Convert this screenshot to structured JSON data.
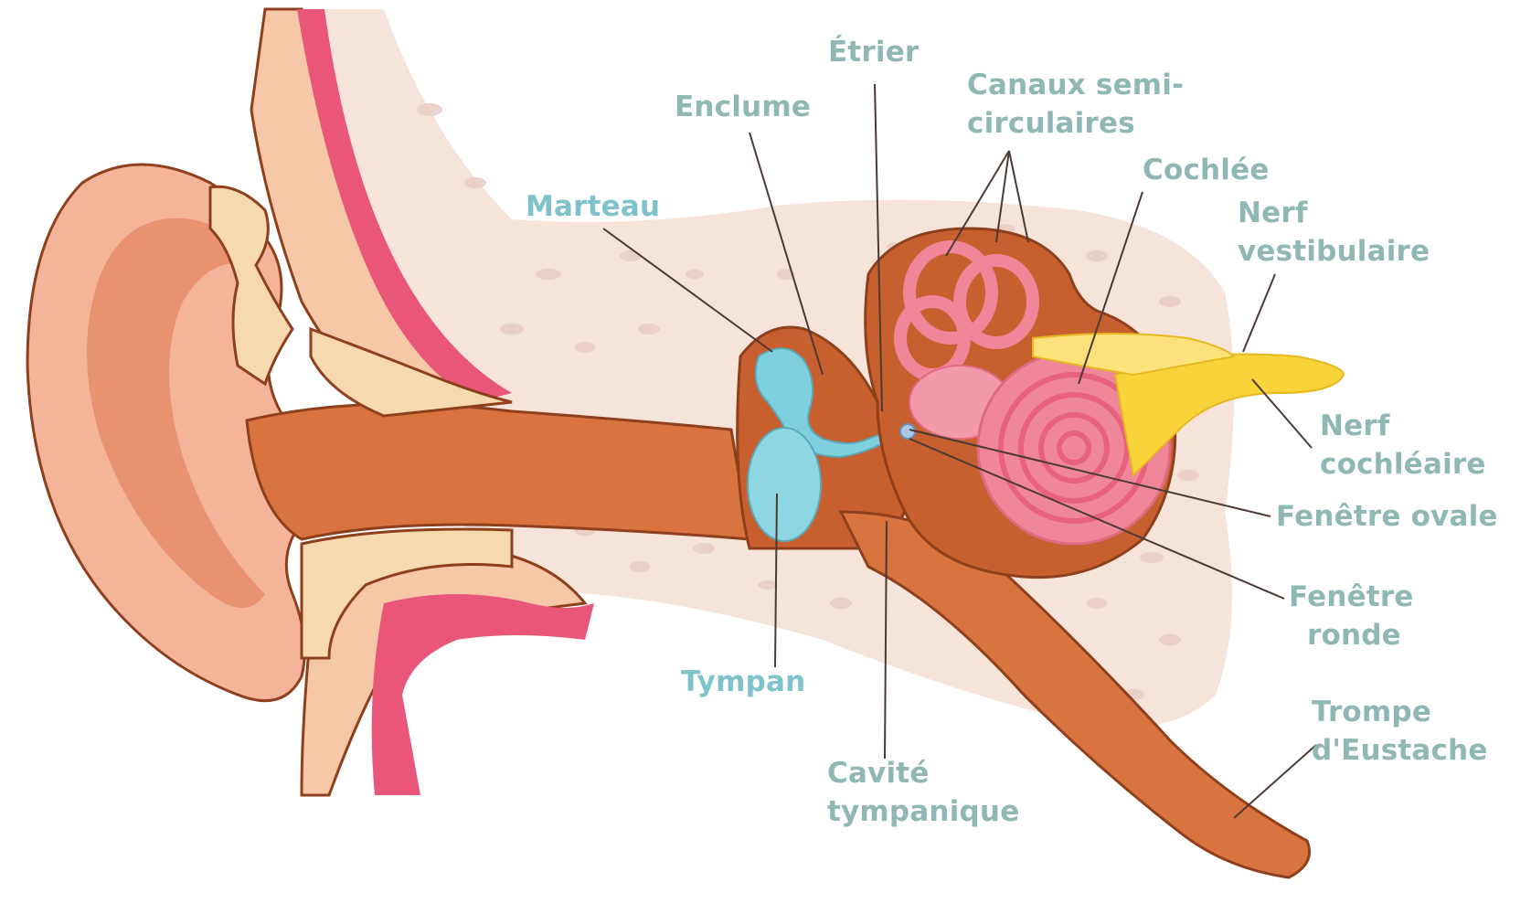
{
  "colors": {
    "label_teal": "#8fb8b4",
    "label_blue": "#7ec2cc",
    "skin": "#f3b49a",
    "skin_dark": "#e9926f",
    "bone": "#f6e4da",
    "bone_spots": "#e8cdc4",
    "canal": "#d9733f",
    "cartilage": "#f7d9b0",
    "muscle": "#e9567a",
    "ossicles": "#7fd0df",
    "cochlea": "#f0869a",
    "nerve": "#f8d33a",
    "outline": "#8e3f1c"
  },
  "labels": {
    "etrier": "Étrier",
    "enclume": "Enclume",
    "canaux_1": "Canaux semi-",
    "canaux_2": "circulaires",
    "cochlee": "Cochlée",
    "nerf_vest_1": "Nerf",
    "nerf_vest_2": "vestibulaire",
    "marteau": "Marteau",
    "nerf_coch_1": "Nerf",
    "nerf_coch_2": "cochléaire",
    "fenetre_ovale": "Fenêtre ovale",
    "fenetre_ronde_1": "Fenêtre",
    "fenetre_ronde_2": "ronde",
    "tympan": "Tympan",
    "trompe_1": "Trompe",
    "trompe_2": "d'Eustache",
    "cavite_1": "Cavité",
    "cavite_2": "tympanique"
  }
}
